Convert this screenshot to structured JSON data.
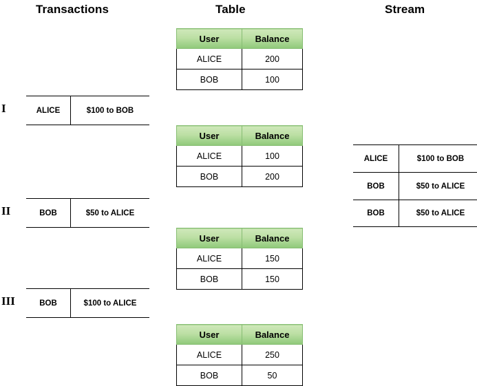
{
  "headings": {
    "transactions": "Transactions",
    "table": "Table",
    "stream": "Stream"
  },
  "colors": {
    "header_green_top": "#cfe8ba",
    "header_green_bottom": "#8fc97a",
    "border": "#000000",
    "background": "#ffffff",
    "text": "#000000"
  },
  "balance_tables": {
    "columns": [
      "User",
      "Balance"
    ],
    "snapshots": [
      {
        "rows": [
          {
            "user": "ALICE",
            "balance": "200"
          },
          {
            "user": "BOB",
            "balance": "100"
          }
        ]
      },
      {
        "rows": [
          {
            "user": "ALICE",
            "balance": "100"
          },
          {
            "user": "BOB",
            "balance": "200"
          }
        ]
      },
      {
        "rows": [
          {
            "user": "ALICE",
            "balance": "150"
          },
          {
            "user": "BOB",
            "balance": "150"
          }
        ]
      },
      {
        "rows": [
          {
            "user": "ALICE",
            "balance": "250"
          },
          {
            "user": "BOB",
            "balance": "50"
          }
        ]
      }
    ]
  },
  "transactions": [
    {
      "numeral": "I",
      "user": "ALICE",
      "detail": "$100 to BOB"
    },
    {
      "numeral": "II",
      "user": "BOB",
      "detail": "$50 to ALICE"
    },
    {
      "numeral": "III",
      "user": "BOB",
      "detail": "$100 to ALICE"
    }
  ],
  "stream": [
    {
      "user": "ALICE",
      "detail": "$100 to BOB"
    },
    {
      "user": "BOB",
      "detail": "$50 to ALICE"
    },
    {
      "user": "BOB",
      "detail": "$50 to ALICE"
    }
  ]
}
